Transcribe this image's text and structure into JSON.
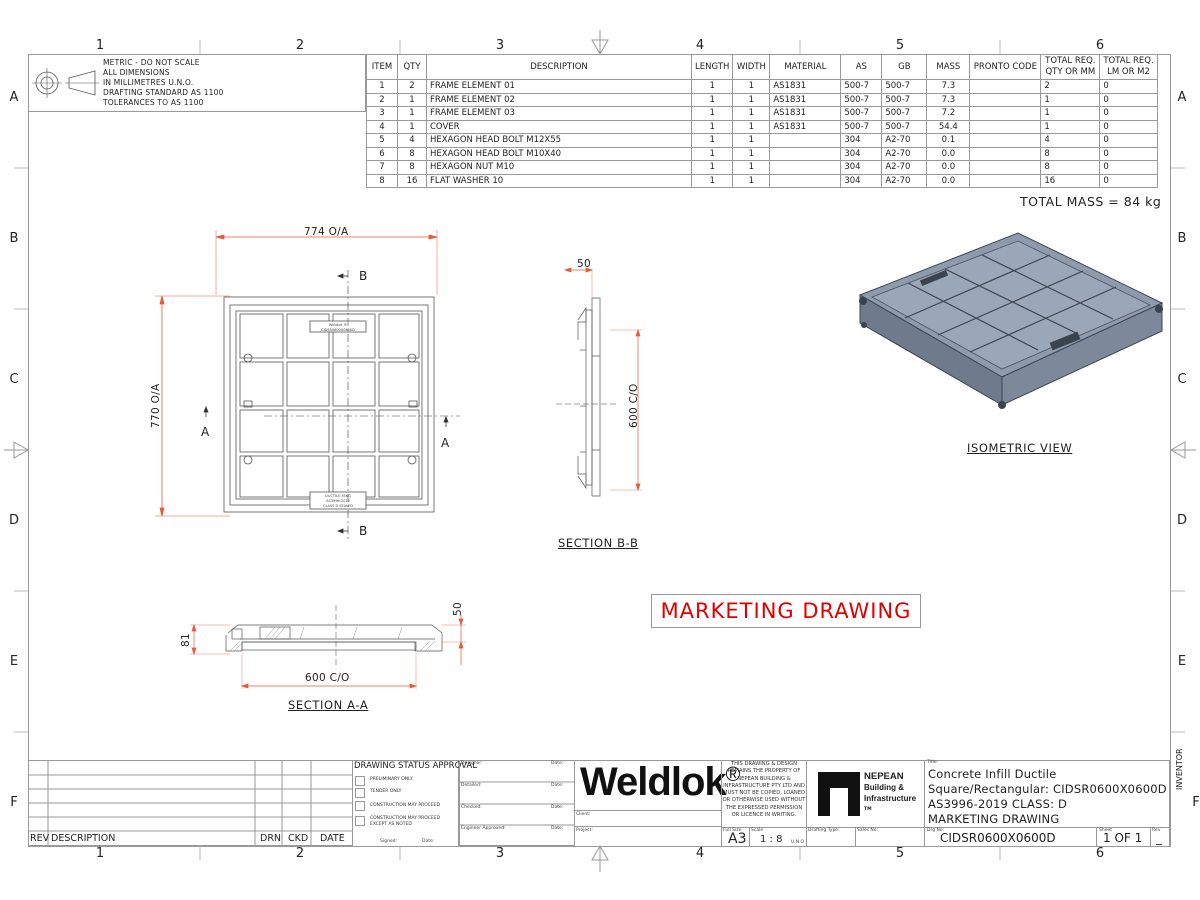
{
  "zones": {
    "columns": [
      "1",
      "2",
      "3",
      "4",
      "5",
      "6"
    ],
    "rows": [
      "A",
      "B",
      "C",
      "D",
      "E",
      "F"
    ]
  },
  "notes": {
    "lines": [
      "METRIC - DO NOT SCALE",
      "ALL DIMENSIONS",
      "IN MILLIMETRES U.N.O.",
      "DRAFTING STANDARD AS 1100",
      "TOLERANCES TO AS 1100"
    ],
    "text": "METRIC - DO NOT SCALE\nALL DIMENSIONS\nIN MILLIMETRES U.N.O.\nDRAFTING STANDARD AS 1100\nTOLERANCES TO AS 1100",
    "projection_symbol": "third-angle-projection-icon"
  },
  "bom": {
    "headers": [
      "ITEM",
      "QTY",
      "DESCRIPTION",
      "LENGTH",
      "WIDTH",
      "MATERIAL",
      "AS",
      "GB",
      "MASS",
      "PRONTO CODE",
      "TOTAL REQ. QTY OR MM",
      "TOTAL REQ. LM OR M2"
    ],
    "header_lines": {
      "total_qty_1": "TOTAL REQ.",
      "total_qty_2": "QTY OR MM",
      "total_lm_1": "TOTAL REQ.",
      "total_lm_2": "LM OR M2"
    },
    "rows": [
      {
        "item": "1",
        "qty": "2",
        "description": "FRAME ELEMENT 01",
        "length": "1",
        "width": "1",
        "material": "AS1831",
        "as": "500-7",
        "gb": "500-7",
        "mass": "7.3",
        "pronto": "",
        "total_qty": "2",
        "total_lm": "0"
      },
      {
        "item": "2",
        "qty": "1",
        "description": "FRAME ELEMENT 02",
        "length": "1",
        "width": "1",
        "material": "AS1831",
        "as": "500-7",
        "gb": "500-7",
        "mass": "7.3",
        "pronto": "",
        "total_qty": "1",
        "total_lm": "0"
      },
      {
        "item": "3",
        "qty": "1",
        "description": "FRAME ELEMENT 03",
        "length": "1",
        "width": "1",
        "material": "AS1831",
        "as": "500-7",
        "gb": "500-7",
        "mass": "7.2",
        "pronto": "",
        "total_qty": "1",
        "total_lm": "0"
      },
      {
        "item": "4",
        "qty": "1",
        "description": "COVER",
        "length": "1",
        "width": "1",
        "material": "AS1831",
        "as": "500-7",
        "gb": "500-7",
        "mass": "54.4",
        "pronto": "",
        "total_qty": "1",
        "total_lm": "0"
      },
      {
        "item": "5",
        "qty": "4",
        "description": "HEXAGON HEAD BOLT M12X55",
        "length": "1",
        "width": "1",
        "material": "",
        "as": "304",
        "gb": "A2-70",
        "mass": "0.1",
        "pronto": "",
        "total_qty": "4",
        "total_lm": "0"
      },
      {
        "item": "6",
        "qty": "8",
        "description": "HEXAGON HEAD BOLT M10X40",
        "length": "1",
        "width": "1",
        "material": "",
        "as": "304",
        "gb": "A2-70",
        "mass": "0.0",
        "pronto": "",
        "total_qty": "8",
        "total_lm": "0"
      },
      {
        "item": "7",
        "qty": "8",
        "description": "HEXAGON NUT M10",
        "length": "1",
        "width": "1",
        "material": "",
        "as": "304",
        "gb": "A2-70",
        "mass": "0.0",
        "pronto": "",
        "total_qty": "8",
        "total_lm": "0"
      },
      {
        "item": "8",
        "qty": "16",
        "description": "FLAT WASHER 10",
        "length": "1",
        "width": "1",
        "material": "",
        "as": "304",
        "gb": "A2-70",
        "mass": "0.0",
        "pronto": "",
        "total_qty": "16",
        "total_lm": "0"
      }
    ],
    "total_mass": "TOTAL MASS = 84 kg"
  },
  "views": {
    "plan": {
      "width_dim": "774 O/A",
      "height_dim": "770 O/A",
      "section_a": "A",
      "section_b": "B",
      "top_plate": "Weldlok ® CIDSR0600X0600D",
      "bottom_plate": "DUCTILE 35KG AS3996-2019 CLASS D SEALED"
    },
    "section_bb": {
      "label": "SECTION B-B",
      "dim_top": "50",
      "dim_side": "600 C/O"
    },
    "section_aa": {
      "label": "SECTION A-A",
      "dim_left": "81",
      "dim_right": "50",
      "dim_bottom": "600 C/O"
    },
    "isometric": {
      "label": "ISOMETRIC VIEW"
    }
  },
  "marketing_stamp": "MARKETING DRAWING",
  "colors": {
    "dimension": "#e8583a",
    "stamp": "#e00000",
    "iso_fill": "#8a97a8",
    "line": "#555555"
  },
  "title_block": {
    "revision_headers": {
      "rev": "REV",
      "description": "DESCRIPTION",
      "drn": "DRN",
      "ckd": "CKD",
      "date": "DATE"
    },
    "status": {
      "title": "DRAWING STATUS APPROVAL",
      "options": [
        "PRELIMINARY ONLY",
        "TENDER ONLY",
        "CONSTRUCTION MAY PROCEED",
        "CONSTRUCTION MAY PROCEED EXCEPT AS NOTED"
      ],
      "signed": "Signed:",
      "date": "Date:"
    },
    "approvals": [
      {
        "role": "Designer:",
        "date": "Date:"
      },
      {
        "role": "Detailed:",
        "date": "Date:"
      },
      {
        "role": "Checked:",
        "date": "Date:"
      },
      {
        "role": "Engineer Approved:",
        "date": "Date:"
      }
    ],
    "brand": "Weldlok",
    "brand_mark": "®",
    "client_label": "Client:",
    "project_label": "Project:",
    "copyright": "THIS DRAWING & DESIGN REMAINS THE PROPERTY OF NEPEAN BUILDING & INFRASTRUCTURE PTY LTD AND MUST NOT BE COPIED, LOANED OR OTHERWISE USED WITHOUT THE EXPRESSED PERMISSION OR LICENCE IN WRITING.",
    "company": {
      "line1": "NEPEAN",
      "line2": "Building &",
      "line3": "Infrastructure",
      "tm": "TM"
    },
    "title_label": "Title:",
    "title_lines": [
      "Concrete Infill Ductile",
      "Square/Rectangular: CIDSR0600X0600D",
      "AS3996-2019 CLASS: D",
      "MARKETING DRAWING"
    ],
    "full_size_label": "Full Size",
    "full_size": "A3",
    "scale_label": "Scale",
    "scale": "1 : 8",
    "scale_suffix": "U.N.O",
    "drafting_type_label": "Drafting Type:",
    "sales_no_label": "Sales No:",
    "dwg_no_label": "Drg No:",
    "dwg_no": "CIDSR0600X0600D",
    "sheet_label": "Sheet",
    "sheet": "1 OF 1",
    "rev_label": "Rev",
    "rev": "_",
    "inventor": "INVENTOR"
  }
}
